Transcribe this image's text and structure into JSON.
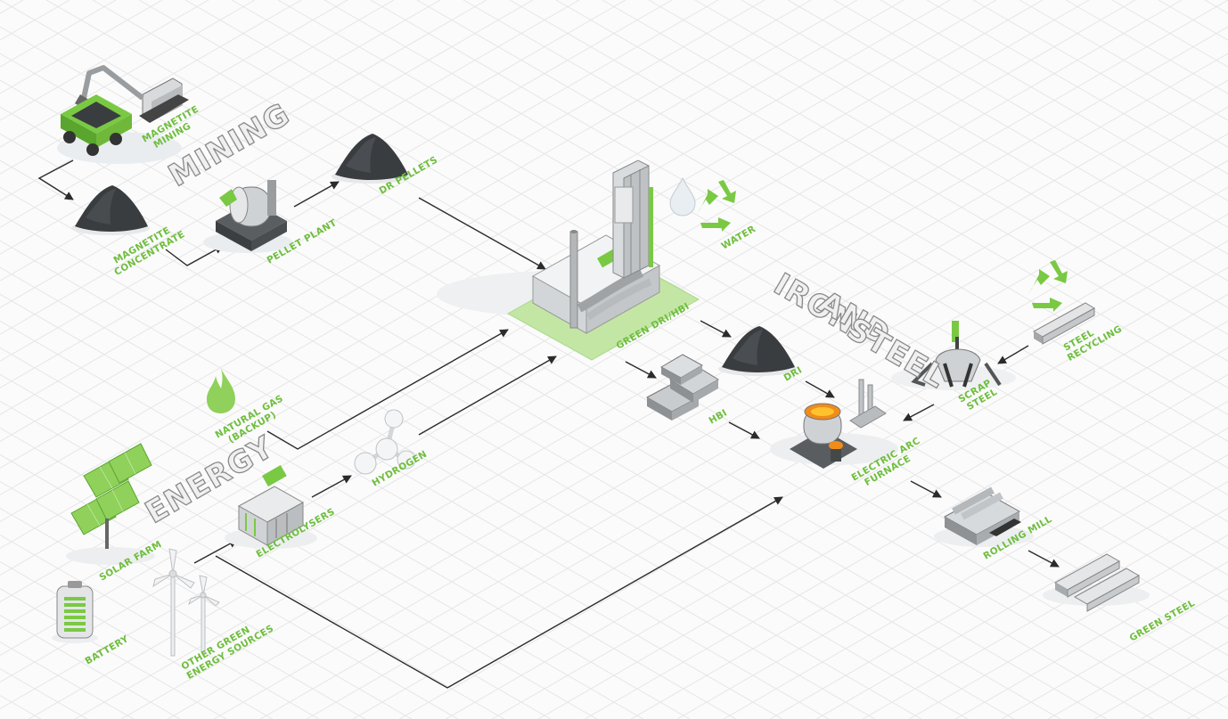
{
  "colors": {
    "accent": "#7ac943",
    "label": "#6fbe3e",
    "section_fill": "#f0f0f0",
    "section_stroke": "#8a8a8a",
    "line": "#2b2b2b",
    "grid": "#e6e6e6",
    "pile": "#3a3d3f"
  },
  "sections": {
    "mining": "MINING",
    "energy": "ENERGY",
    "iron_and_steel": [
      "IRON",
      "AND",
      "STEEL"
    ]
  },
  "labels": {
    "magnetite_mining": [
      "MAGNETITE",
      "MINING"
    ],
    "magnetite_concentrate": [
      "MAGNETITE",
      "CONCENTRATE"
    ],
    "pellet_plant": "PELLET PLANT",
    "dr_pellets": "DR PELLETS",
    "water": "WATER",
    "green_dri_hbi": "GREEN DRI/HBI",
    "dri": "DRI",
    "hbi": "HBI",
    "natural_gas": [
      "NATURAL GAS",
      "(BACKUP)"
    ],
    "hydrogen": "HYDROGEN",
    "electrolysers": "ELECTROLYSERS",
    "solar_farm": "SOLAR FARM",
    "battery": "BATTERY",
    "other_green_energy": [
      "OTHER GREEN",
      "ENERGY SOURCES"
    ],
    "electric_arc_furnace": [
      "ELECTRIC ARC",
      "FURNACE"
    ],
    "scrap_steel": [
      "SCRAP",
      "STEEL"
    ],
    "steel_recycling": [
      "STEEL",
      "RECYCLING"
    ],
    "rolling_mill": "ROLLING MILL",
    "green_steel": "GREEN STEEL"
  },
  "icons": {
    "excavator": "excavator-truck-icon",
    "ore_pile": "ore-pile-icon",
    "pellet_plant": "pellet-plant-icon",
    "dri_plant": "dri-plant-icon",
    "water": "water-drop-icon",
    "recycle": "recycle-icon",
    "flame": "flame-icon",
    "hydrogen": "hydrogen-molecule-icon",
    "solar": "solar-panel-icon",
    "electrolyser": "electrolyser-icon",
    "battery": "battery-icon",
    "wind": "wind-turbine-icon",
    "furnace": "electric-arc-furnace-icon",
    "grabber": "scrap-grabber-icon",
    "beam": "steel-beam-icon",
    "rolling_mill": "rolling-mill-icon",
    "hbi_bricks": "hbi-bricks-icon"
  }
}
